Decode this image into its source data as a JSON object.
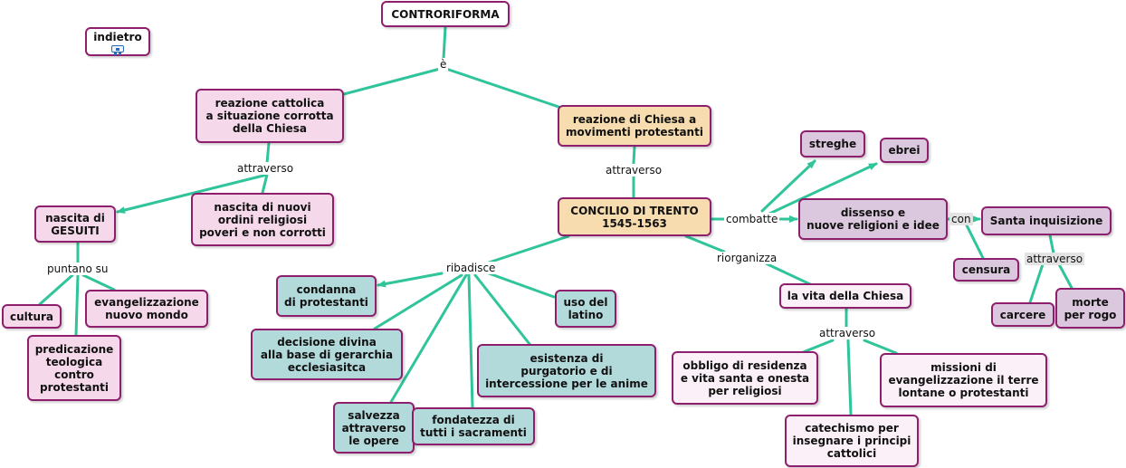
{
  "colors": {
    "link": "#2fc49a",
    "border": "#8e1f6c",
    "pink": "#f5d9ea",
    "peach": "#f6dcae",
    "teal": "#b3dadb",
    "mauve": "#dcc8de",
    "light": "#fbf0f7"
  },
  "nodes": {
    "controriforma": "CONTRORIFORMA",
    "indietro": "indietro",
    "indietro_icon": "sitemap-icon",
    "reazione_cattolica": "reazione cattolica\na situazione corrotta\ndella Chiesa",
    "reazione_chiesa": "reazione di Chiesa a\nmovimenti protestanti",
    "nascita_gesuiti": "nascita di\nGESUITI",
    "nascita_ordini": "nascita di nuovi\nordini religiosi\npoveri e non corrotti",
    "cultura": "cultura",
    "evangelizzazione": "evangelizzazione\nnuovo mondo",
    "predicazione": "predicazione\nteologica\ncontro\nprotestanti",
    "concilio": "CONCILIO DI TRENTO\n1545-1563",
    "streghe": "streghe",
    "ebrei": "ebrei",
    "dissenso": "dissenso e\nnuove religioni e idee",
    "santa_inquisizione": "Santa inquisizione",
    "censura": "censura",
    "carcere": "carcere",
    "morte_rogo": "morte\nper rogo",
    "condanna": "condanna\ndi protestanti",
    "uso_latino": "uso del\nlatino",
    "decisione_divina": "decisione divina\nalla base di gerarchia\necclesiasitca",
    "esistenza_purgatorio": "esistenza di\npurgatorio e di\nintercessione per le anime",
    "salvezza": "salvezza\nattraverso\nle opere",
    "fondatezza": "fondatezza di\ntutti i sacramenti",
    "vita_chiesa": "la vita della Chiesa",
    "obbligo_residenza": "obbligo di residenza\ne vita santa e onesta\nper religiosi",
    "missioni": "missioni di\nevangelizzazione il terre\nlontane o protestanti",
    "catechismo": "catechismo per\ninsegnare i principi\ncattolici"
  },
  "labels": {
    "e": "è",
    "attraverso_1": "attraverso",
    "attraverso_2": "attraverso",
    "puntano_su": "puntano su",
    "combatte": "combatte",
    "con": "con",
    "attraverso_3": "attraverso",
    "ribadisce": "ribadisce",
    "riorganizza": "riorganizza",
    "attraverso_4": "attraverso"
  }
}
